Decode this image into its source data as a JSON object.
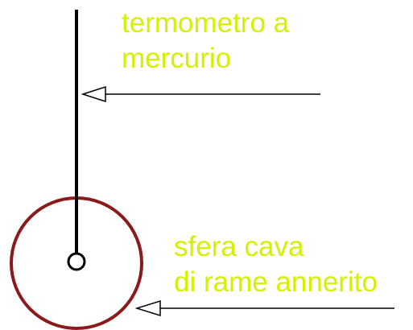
{
  "labels": {
    "thermometer_line1": "termometro a",
    "thermometer_line2": "mercurio",
    "sphere_line1": "sfera cava",
    "sphere_line2": "di rame annerito"
  },
  "colors": {
    "label_text": "#d5f000",
    "sphere": "#8b1a1a",
    "thermometer": "#000000",
    "arrow": "#000000"
  }
}
